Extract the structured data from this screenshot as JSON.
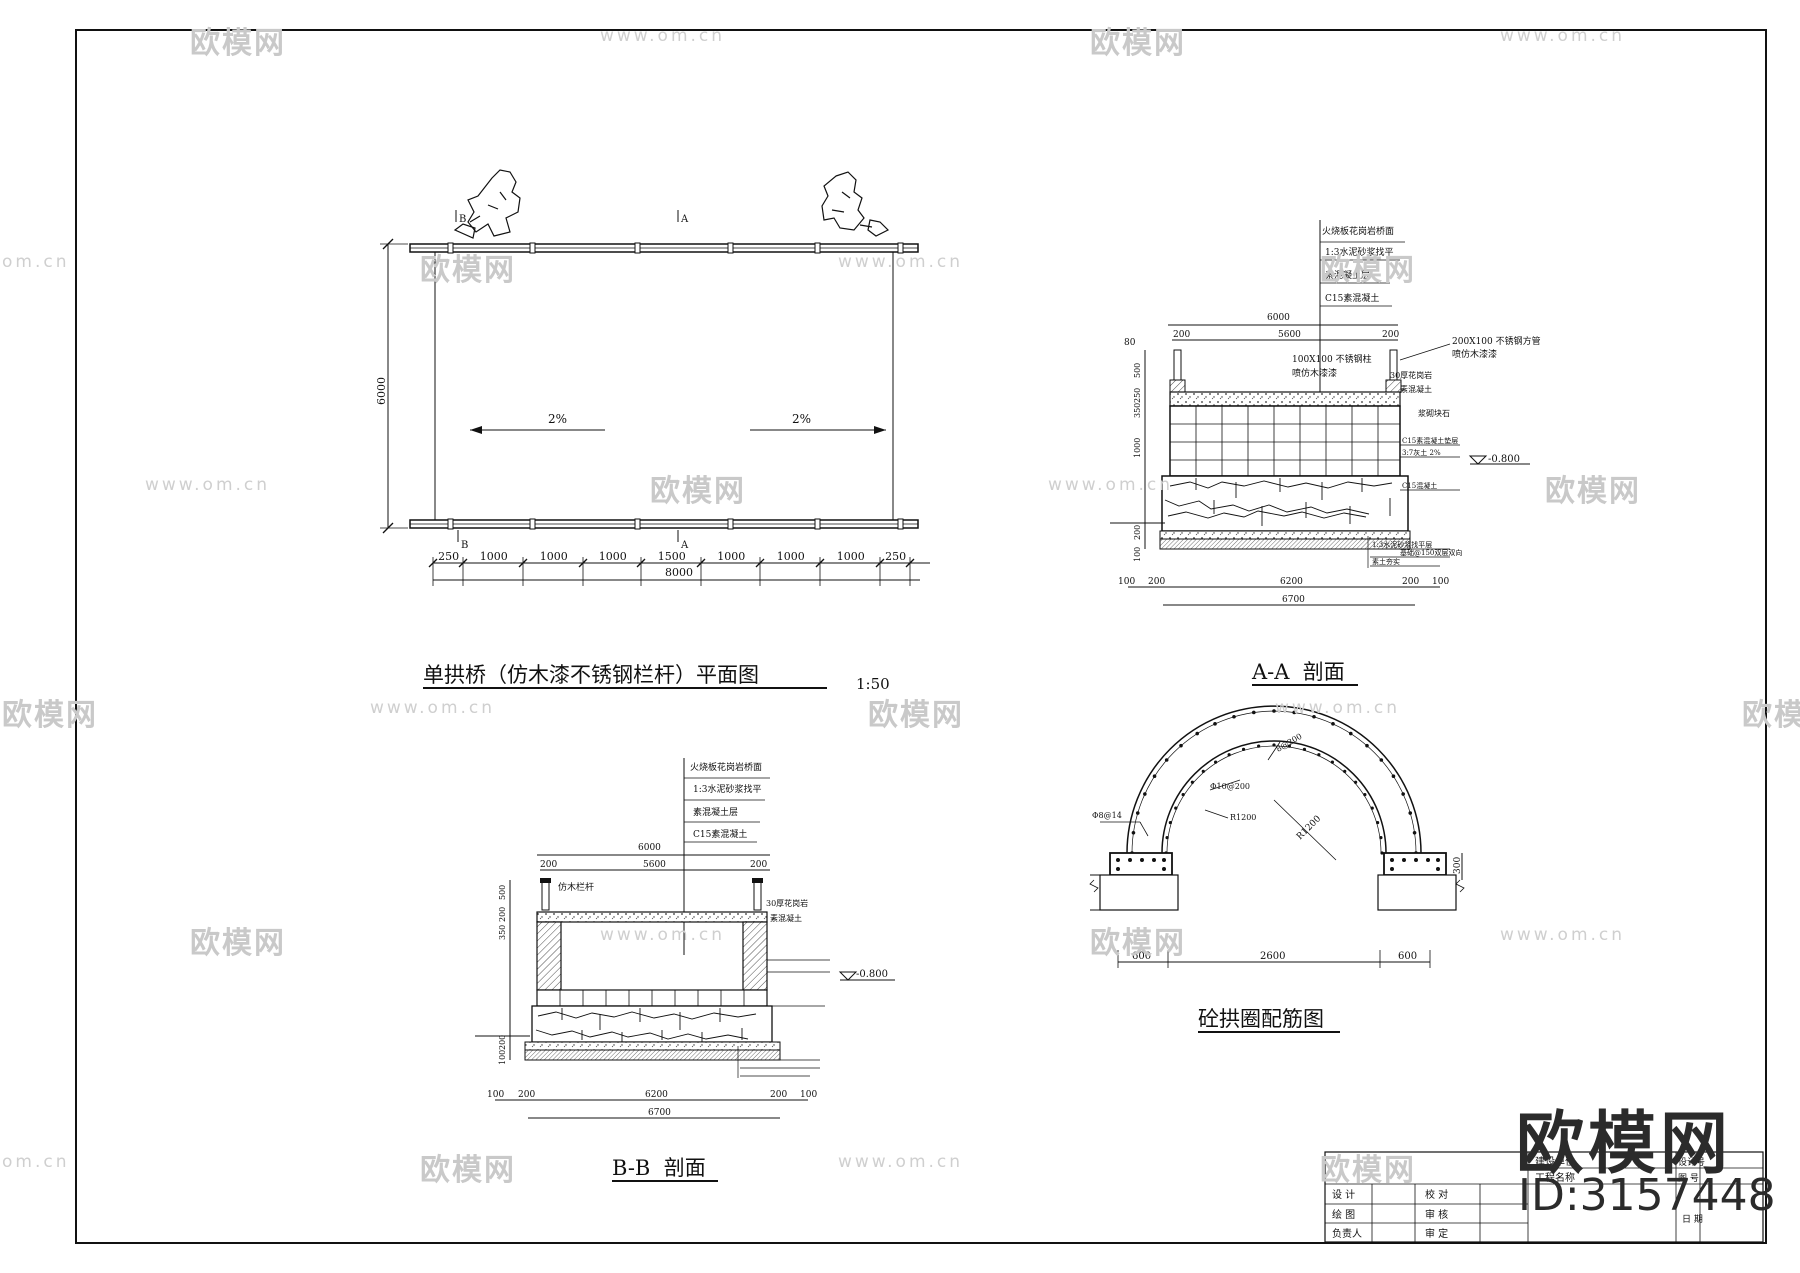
{
  "titles": {
    "plan": "单拱桥（仿木漆不锈钢栏杆）平面图",
    "plan_scale": "1:50",
    "section_aa": "A-A  剖面",
    "section_bb": "B-B  剖面",
    "arch": "砼拱圈配筋图"
  },
  "plan": {
    "section_marks": {
      "a_top": "A",
      "a_bottom": "A",
      "b_top": "B",
      "b_bottom": "B"
    },
    "slope_left": "2%",
    "slope_right": "2%",
    "dim_height": "6000",
    "dims_bottom": [
      "250",
      "1000",
      "1000",
      "1000",
      "1500",
      "1000",
      "1000",
      "1000",
      "250"
    ],
    "dim_total": "8000"
  },
  "section_aa": {
    "notes_top": [
      "火烧板花岗岩桥面",
      "1:3水泥砂浆找平",
      "素混凝土层",
      "C15素混凝土"
    ],
    "dim_top": "6000",
    "dims_top_row": [
      "200",
      "5600",
      "200"
    ],
    "dim_left_80": "80",
    "rail_label_1": "100X100  不锈钢柱",
    "rail_label_2": "喷仿木漆漆",
    "rail_right_1": "200X100  不锈钢方管",
    "rail_right_2": "喷仿木漆漆",
    "cap_label": "30厚花岗岩",
    "fill_label": "素混凝土",
    "body_label": "浆砌块石",
    "left_dims": [
      "500",
      "250",
      "350",
      "1000",
      "200",
      "100"
    ],
    "level": "-0.800",
    "base_notes": [
      "C15素混凝土垫层",
      "3:7灰土 2%",
      "C15混凝土",
      "1:3水泥砂浆找平层",
      "基础@150双层双向",
      "素土夯实"
    ],
    "dims_bottom_row": [
      "100",
      "200",
      "6200",
      "200",
      "100"
    ],
    "dim_total": "6700"
  },
  "section_bb": {
    "notes_top": [
      "火烧板花岗岩桥面",
      "1:3水泥砂浆找平",
      "素混凝土层",
      "C15素混凝土"
    ],
    "dim_top": "6000",
    "dims_top_row": [
      "200",
      "5600",
      "200"
    ],
    "rail_label": "仿木栏杆",
    "cap_label": "30厚花岗岩",
    "fill_label": "素混凝土",
    "left_dims": [
      "500",
      "200",
      "350",
      "100",
      "200"
    ],
    "level": "-0.800",
    "dims_bottom_row": [
      "100",
      "200",
      "6200",
      "200",
      "100"
    ],
    "dim_total": "6700"
  },
  "arch": {
    "labels": [
      "8@200",
      "Φ10@200",
      "R1200",
      "Φ8@14"
    ],
    "dim_right": "300",
    "dims_bottom": [
      "600",
      "2600",
      "600"
    ]
  },
  "title_block": {
    "row1": [
      "建设单位",
      "设计号"
    ],
    "row2": [
      "工程名称",
      "图 号"
    ],
    "rows": [
      [
        "设 计",
        "校 对"
      ],
      [
        "绘 图",
        "审 核"
      ],
      [
        "负责人",
        "审 定"
      ]
    ],
    "date_label": "日 期"
  },
  "watermark": {
    "brand": "欧模网",
    "url": "www.om.cn",
    "url_short": "om.cn",
    "big_brand": "欧模网",
    "id": "ID:3157448"
  }
}
